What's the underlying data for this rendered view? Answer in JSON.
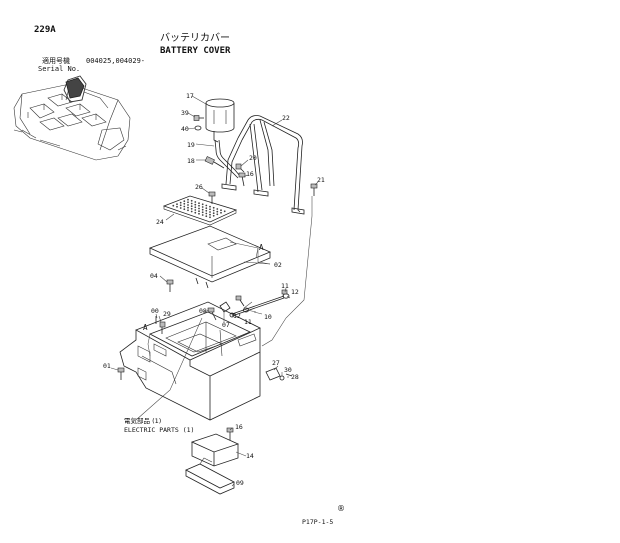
{
  "header": {
    "page_code": "229A",
    "title_jp": "バッテリカバー",
    "title_en": "BATTERY COVER",
    "applicable_label_jp": "適用号機",
    "applicable_serials": "004025,004029-",
    "serial_label": "Serial No."
  },
  "notes": {
    "electric_parts_jp": "電気部品 (1)",
    "electric_parts_en": "ELECTRIC PARTS (1)"
  },
  "part_labels": [
    {
      "id": "17",
      "text": "17"
    },
    {
      "id": "39",
      "text": "39"
    },
    {
      "id": "40",
      "text": "40"
    },
    {
      "id": "19",
      "text": "19"
    },
    {
      "id": "18",
      "text": "18"
    },
    {
      "id": "22",
      "text": "22"
    },
    {
      "id": "20",
      "text": "20"
    },
    {
      "id": "16a",
      "text": "16"
    },
    {
      "id": "21",
      "text": "21"
    },
    {
      "id": "26",
      "text": "26"
    },
    {
      "id": "24",
      "text": "24"
    },
    {
      "id": "A1",
      "text": "A"
    },
    {
      "id": "02",
      "text": "02"
    },
    {
      "id": "04",
      "text": "04"
    },
    {
      "id": "11a",
      "text": "11"
    },
    {
      "id": "12a",
      "text": "12"
    },
    {
      "id": "00",
      "text": "00"
    },
    {
      "id": "29",
      "text": "29"
    },
    {
      "id": "08",
      "text": "08"
    },
    {
      "id": "12b",
      "text": "12"
    },
    {
      "id": "07",
      "text": "07"
    },
    {
      "id": "11b",
      "text": "11"
    },
    {
      "id": "10",
      "text": "10"
    },
    {
      "id": "A2",
      "text": "A"
    },
    {
      "id": "01",
      "text": "01"
    },
    {
      "id": "27",
      "text": "27"
    },
    {
      "id": "30",
      "text": "30"
    },
    {
      "id": "28",
      "text": "28"
    },
    {
      "id": "16b",
      "text": "16"
    },
    {
      "id": "14",
      "text": "14"
    },
    {
      "id": "09",
      "text": "09"
    }
  ],
  "footer": {
    "page_ref": "P17P-1-5",
    "mark": "®"
  }
}
